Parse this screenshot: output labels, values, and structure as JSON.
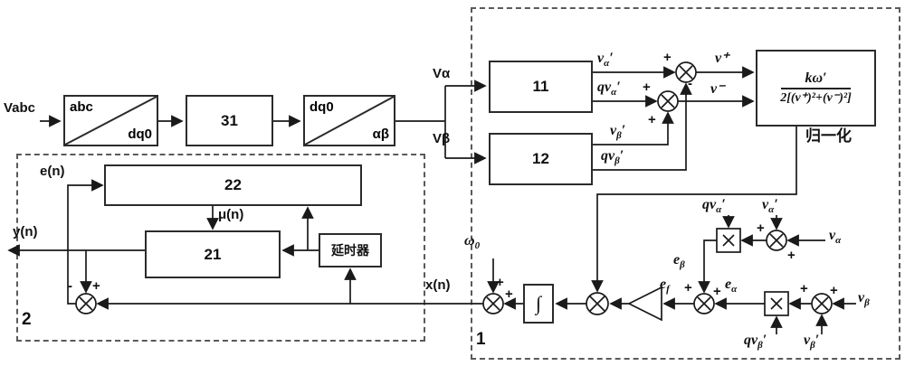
{
  "colors": {
    "line": "#1a1a1a",
    "border": "#2b2b2b",
    "dash": "#5a5a5a",
    "bg": "#ffffff"
  },
  "blocks": {
    "abc_dq0": {
      "top": "abc",
      "bottom": "dq0"
    },
    "b31": {
      "label": "31"
    },
    "dq0_ab": {
      "top": "dq0",
      "bottom": "αβ"
    },
    "b11": {
      "label": "11"
    },
    "b12": {
      "label": "12"
    },
    "b22": {
      "label": "22"
    },
    "b21": {
      "label": "21"
    },
    "delay": {
      "label": "延时器"
    },
    "integrator": {
      "label": "∫"
    },
    "normalizer": {
      "numerator": "kω′",
      "denominator": "2[(ν⁺)²+(ν⁻)²]",
      "caption": "归一化"
    }
  },
  "signals": {
    "vabc": "Vabc",
    "valpha": "Vα",
    "vbeta": "Vβ",
    "nu_alpha_prime": {
      "pre": "",
      "base": "ν",
      "sub": "α",
      "post": "′"
    },
    "q_nu_alpha_prime": {
      "pre": "q",
      "base": "ν",
      "sub": "α",
      "post": "′"
    },
    "nu_beta_prime": {
      "pre": "",
      "base": "ν",
      "sub": "β",
      "post": "′"
    },
    "q_nu_beta_prime": {
      "pre": "q",
      "base": "ν",
      "sub": "β",
      "post": "′"
    },
    "v_plus": "ν⁺",
    "v_minus": "ν⁻",
    "omega0": {
      "base": "ω",
      "sub": "0"
    },
    "x_n": "x(n)",
    "y_n": "y(n)",
    "e_n": "e(n)",
    "mu_n": "μ(n)",
    "e_alpha": {
      "base": "e",
      "sub": "α"
    },
    "e_beta": {
      "base": "e",
      "sub": "β"
    },
    "e_f": {
      "base": "e",
      "sub": "f"
    },
    "nu_alpha": {
      "base": "ν",
      "sub": "α"
    },
    "nu_beta": {
      "base": "ν",
      "sub": "β"
    }
  },
  "signs": {
    "plus": "+",
    "minus": "-",
    "times": "×"
  },
  "regions": {
    "box1": "1",
    "box2": "2"
  }
}
